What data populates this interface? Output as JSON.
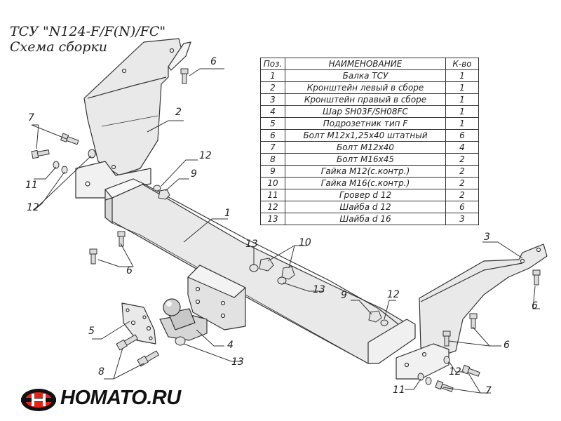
{
  "title": {
    "line1": "ТСУ \"N124-F/F(N)/FC\"",
    "line2": "Схема сборки"
  },
  "table": {
    "headers": [
      "Поз.",
      "НАИМЕНОВАНИЕ",
      "К-во"
    ],
    "rows": [
      [
        "1",
        "Балка ТСУ",
        "1"
      ],
      [
        "2",
        "Кронштейн левый в сборе",
        "1"
      ],
      [
        "3",
        "Кронштейн правый в сборе",
        "1"
      ],
      [
        "4",
        "Шар SH03F/SH08FC",
        "1"
      ],
      [
        "5",
        "Подрозетник тип F",
        "1"
      ],
      [
        "6",
        "Болт M12x1,25x40 штатный",
        "6"
      ],
      [
        "7",
        "Болт M12x40",
        "4"
      ],
      [
        "8",
        "Болт M16x45",
        "2"
      ],
      [
        "9",
        "Гайка M12(с.контр.)",
        "2"
      ],
      [
        "10",
        "Гайка M16(с.контр.)",
        "2"
      ],
      [
        "11",
        "Гровер d 12",
        "2"
      ],
      [
        "12",
        "Шайба d 12",
        "6"
      ],
      [
        "13",
        "Шайба d 16",
        "3"
      ]
    ]
  },
  "callouts": [
    "6",
    "2",
    "7",
    "12",
    "11",
    "12",
    "9",
    "1",
    "6",
    "13",
    "10",
    "13",
    "3",
    "9",
    "12",
    "6",
    "5",
    "4",
    "8",
    "13",
    "6",
    "12",
    "11",
    "7"
  ],
  "logo": {
    "text": "HOMATO.RU",
    "colors": {
      "brand_red": "#e2231a",
      "dark": "#111111"
    }
  }
}
